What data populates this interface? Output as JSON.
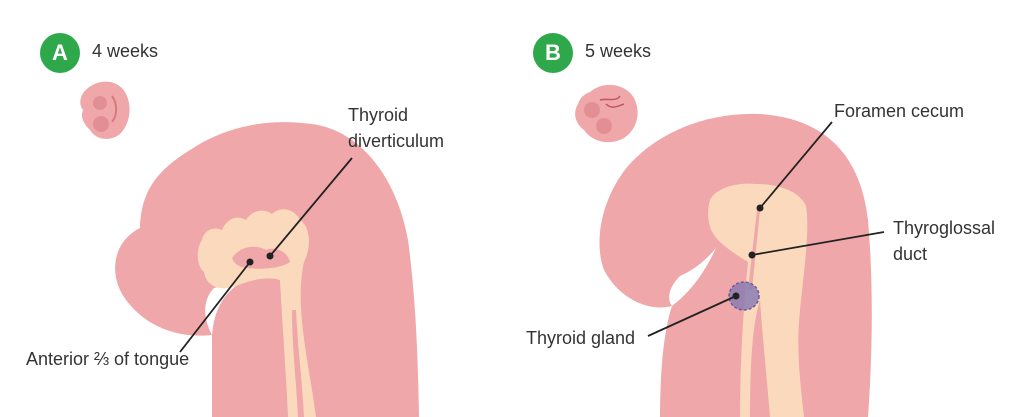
{
  "colors": {
    "badge": "#2ea84a",
    "tissue": "#efa7a9",
    "tissue_dark": "#e28f93",
    "endoderm": "#fbd9bd",
    "gland": "#8b7db3",
    "line": "#222222"
  },
  "panels": [
    {
      "letter": "A",
      "age": "4 weeks",
      "labels": {
        "diverticulum": [
          "Thyroid",
          "diverticulum"
        ],
        "tongue": "Anterior ⅔ of tongue"
      }
    },
    {
      "letter": "B",
      "age": "5 weeks",
      "labels": {
        "foramen": "Foramen cecum",
        "duct": [
          "Thyroglossal",
          "duct"
        ],
        "gland": "Thyroid gland"
      }
    }
  ]
}
